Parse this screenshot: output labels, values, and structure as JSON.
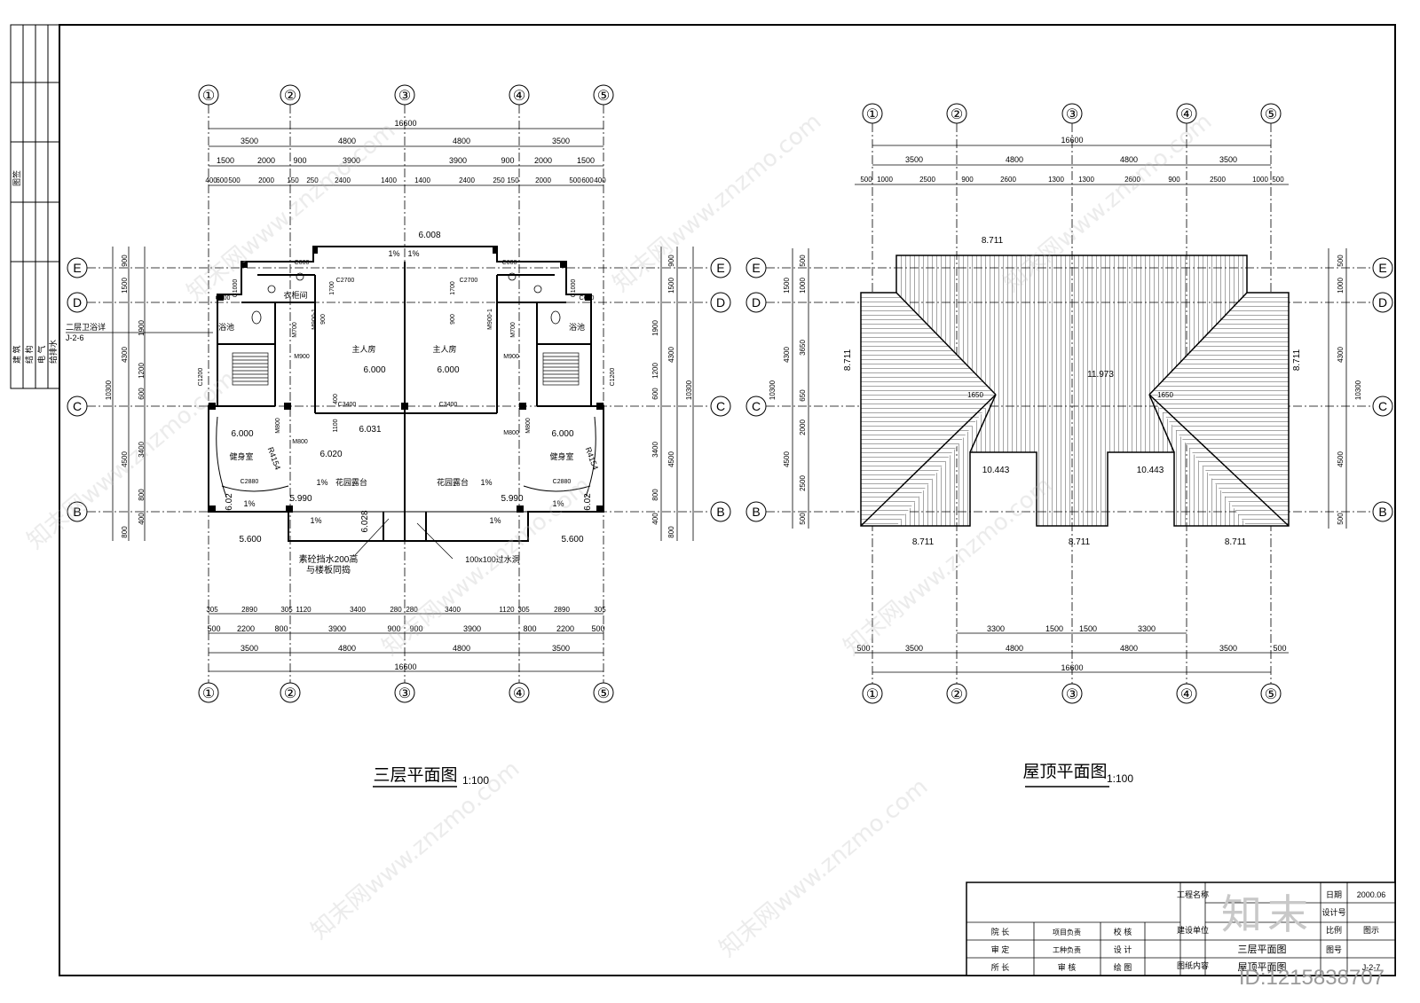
{
  "axes_x": [
    "①",
    "②",
    "③",
    "④",
    "⑤"
  ],
  "axes_y": [
    "E",
    "D",
    "C",
    "B"
  ],
  "plan_left": {
    "title": "三层平面图",
    "scale": "1:100",
    "overall": "16600",
    "bays": [
      "3500",
      "4800",
      "4800",
      "3500"
    ],
    "row2": [
      "1500",
      "2000",
      "900",
      "3900",
      "3900",
      "900",
      "2000",
      "1500"
    ],
    "row3": [
      "400",
      "600",
      "500",
      "2000",
      "150",
      "250",
      "2400",
      "1400",
      "1400",
      "2400",
      "250",
      "150",
      "2000",
      "500",
      "600",
      "400"
    ],
    "bottom_row1": [
      "305",
      "2890",
      "305",
      "1120",
      "3400",
      "280",
      "280",
      "3400",
      "1120",
      "305",
      "2890",
      "305"
    ],
    "bottom_row2": [
      "500",
      "2200",
      "800",
      "3900",
      "900",
      "900",
      "3900",
      "800",
      "2200",
      "500"
    ],
    "bottom_row3": [
      "3500",
      "4800",
      "4800",
      "3500"
    ],
    "left_dims": [
      "900",
      "1500",
      "1900",
      "1200",
      "600",
      "3400",
      "800",
      "400",
      "4300",
      "4500",
      "10300",
      "800"
    ],
    "right_dims": [
      "900",
      "1500",
      "1900",
      "1200",
      "600",
      "3400",
      "800",
      "400",
      "4300",
      "4500",
      "10300",
      "800"
    ],
    "rooms": {
      "master_l": "主人房",
      "master_r": "主人房",
      "gym_l": "健身室",
      "gym_r": "健身室",
      "terrace_l": "花园露台",
      "terrace_r": "花园露台",
      "bath_l": "浴池",
      "bath_r": "浴池",
      "closet": "衣柜间"
    },
    "elevs": [
      "6.008",
      "6.000",
      "6.000",
      "6.000",
      "6.000",
      "6.031",
      "6.020",
      "5.990",
      "5.990",
      "6.028",
      "6.02",
      "6.02",
      "5.600",
      "5.600"
    ],
    "tags": [
      "C600",
      "C600",
      "C600",
      "C600",
      "C2700",
      "C2700",
      "C1000",
      "C1000",
      "M900",
      "M900",
      "M700",
      "M700",
      "M800",
      "M800",
      "M800",
      "M800",
      "C3400",
      "C3400",
      "C2880",
      "C2880",
      "C1200",
      "C1200",
      "R4154",
      "R4154",
      "M900-1",
      "M900-1",
      "1700",
      "1700",
      "900",
      "900",
      "400",
      "1100"
    ],
    "slopes": [
      "1%",
      "1%",
      "1%",
      "1%",
      "1%",
      "1%",
      "1%",
      "1%"
    ],
    "note_detail": "二层卫浴详",
    "note_detail_ref": "J-2-6",
    "note_concrete1": "素砼挡水200高",
    "note_concrete2": "与楼板同捣",
    "note_drain": "100x100过水洞"
  },
  "plan_right": {
    "title": "屋顶平面图",
    "scale": "1:100",
    "overall": "16600",
    "bays": [
      "3500",
      "4800",
      "4800",
      "3500"
    ],
    "row3": [
      "500",
      "1000",
      "2500",
      "900",
      "2600",
      "1300",
      "1300",
      "2600",
      "900",
      "2500",
      "1000",
      "500"
    ],
    "bottom_row1": [
      "3300",
      "1500",
      "1500",
      "3300"
    ],
    "bottom_row2": [
      "500",
      "3500",
      "4800",
      "4800",
      "3500",
      "500"
    ],
    "left_dims": [
      "500",
      "1000",
      "1500",
      "3650",
      "650",
      "2000",
      "2500",
      "500",
      "4300",
      "4500",
      "10300"
    ],
    "right_dims": [
      "500",
      "1000",
      "500",
      "4300",
      "4500",
      "10300"
    ],
    "elevs": [
      "8.711",
      "8.711",
      "8.711",
      "8.711",
      "8.711",
      "8.711",
      "11.973",
      "10.443",
      "10.443"
    ],
    "hip": [
      "1650",
      "1650"
    ]
  },
  "sidebar": {
    "top_label": "图签",
    "labels": [
      "建 筑",
      "结 构",
      "电 气",
      "给排水"
    ]
  },
  "title_block": {
    "project_label": "工程名称",
    "unit_label": "建设单位",
    "content_label": "图纸内容",
    "content1": "三层平面图",
    "content2": "屋顶平面图",
    "date_label": "日期",
    "date": "2000.06",
    "design_no_label": "设计号",
    "scale_label": "比例",
    "scale_value": "图示",
    "sheet_label": "图号",
    "sheet_value": "J-2-7",
    "roles": [
      "院 长",
      "审 定",
      "所 长",
      "项目负责",
      "工种负责",
      "审 核",
      "校 核",
      "设 计",
      "绘 图"
    ]
  },
  "watermark": {
    "text": "知末网www.znzmo.com",
    "brand": "知末",
    "id": "ID:1215838707"
  }
}
